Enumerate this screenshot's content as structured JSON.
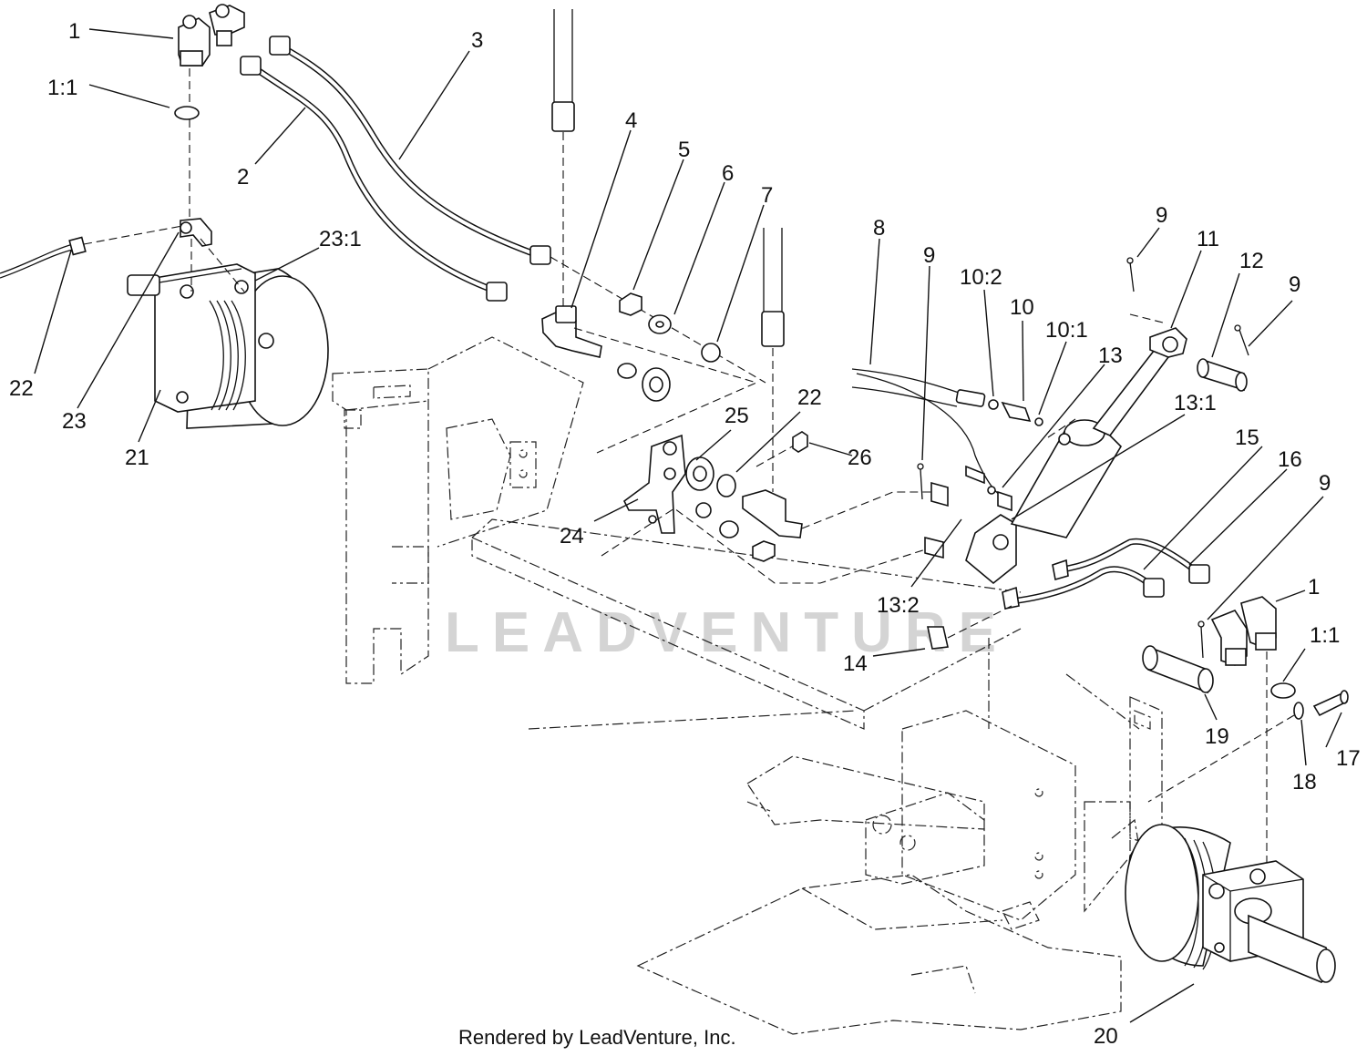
{
  "watermark": "LEADVENTURE",
  "footer": "Rendered by LeadVenture, Inc.",
  "callouts": {
    "c1_top": "1",
    "c1_1_top": "1:1",
    "c2": "2",
    "c3": "3",
    "c4": "4",
    "c5": "5",
    "c6": "6",
    "c7": "7",
    "c8": "8",
    "c9_a": "9",
    "c9_b": "9",
    "c9_c": "9",
    "c9_d": "9",
    "c10": "10",
    "c10_1": "10:1",
    "c10_2": "10:2",
    "c11": "11",
    "c12": "12",
    "c13": "13",
    "c13_1": "13:1",
    "c13_2": "13:2",
    "c14": "14",
    "c15": "15",
    "c16": "16",
    "c17": "17",
    "c18": "18",
    "c19": "19",
    "c20": "20",
    "c21": "21",
    "c22_left": "22",
    "c22_mid": "22",
    "c23": "23",
    "c23_1": "23:1",
    "c24": "24",
    "c25": "25",
    "c26": "26",
    "c1_right": "1",
    "c1_1_right": "1:1"
  }
}
